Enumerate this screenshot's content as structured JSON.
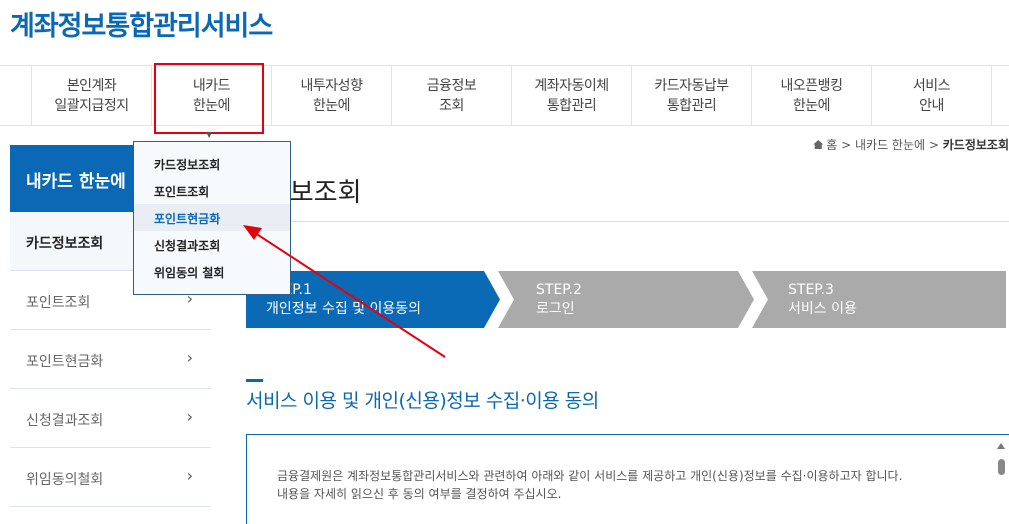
{
  "site_title": "계좌정보통합관리서비스",
  "gnb": [
    "본인계좌\n일괄지급정지",
    "내카드\n한눈에",
    "내투자성향\n한눈에",
    "금융정보\n조회",
    "계좌자동이체\n통합관리",
    "카드자동납부\n통합관리",
    "내오픈뱅킹\n한눈에",
    "서비스\n안내"
  ],
  "breadcrumb": {
    "home": "홈",
    "level1": "내카드 한눈에",
    "current": "카드정보조회"
  },
  "sidebar": {
    "title": "내카드 한눈에",
    "items": [
      "카드정보조회",
      "포인트조회",
      "포인트현금화",
      "신청결과조회",
      "위임동의철회"
    ]
  },
  "dropdown": [
    "카드정보조회",
    "포인트조회",
    "포인트현금화",
    "신청결과조회",
    "위임동의 철회"
  ],
  "page_title": "카드정보조회",
  "steps": [
    "STEP.1\n개인정보 수집 및 이용동의",
    "STEP.2\n로그인",
    "STEP.3\n서비스 이용"
  ],
  "section_title": "서비스 이용 및 개인(신용)정보 수집·이용 동의",
  "agreement": [
    "금융결제원은 계좌정보통합관리서비스와 관련하여 아래와 같이 서비스를 제공하고 개인(신용)정보를 수집·이용하고자 합니다.",
    "내용을 자세히 읽으신 후 동의 여부를 결정하여 주십시오."
  ],
  "colors": {
    "brand": "#0a68b4",
    "highlight": "#e3000f",
    "step_inactive": "#aaaaaa"
  }
}
